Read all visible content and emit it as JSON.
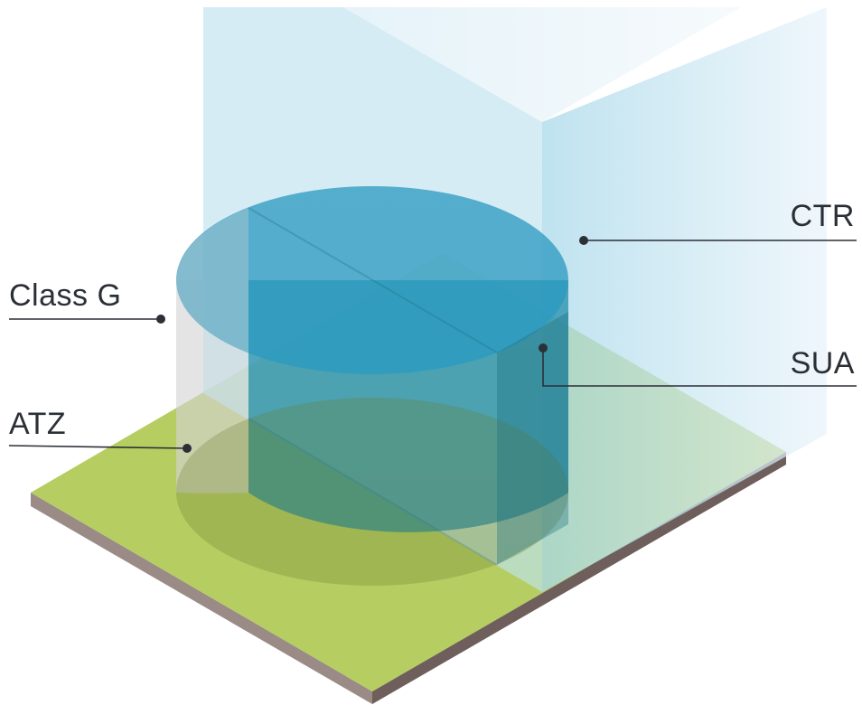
{
  "labels": {
    "ctr": "CTR",
    "sua": "SUA",
    "class_g": "Class G",
    "atz": "ATZ"
  },
  "colors": {
    "ground_top": "#b5cd61",
    "ground_side": "#9b8b86",
    "ground_side_dark": "#6e5f5c",
    "cylinder": "#1f8aa8",
    "column": "#bfe3ef",
    "class_g": "#d6d6d6",
    "leader": "#2b2f36"
  }
}
